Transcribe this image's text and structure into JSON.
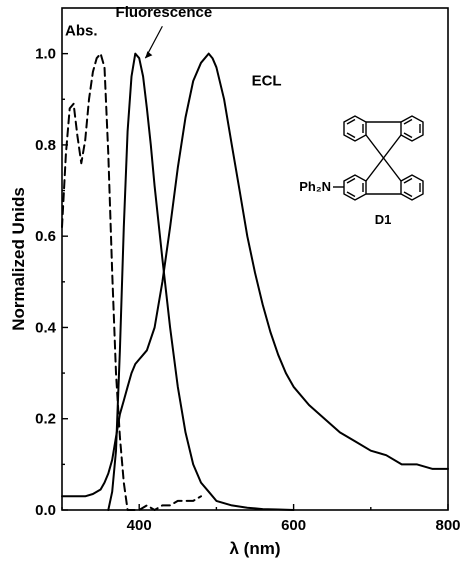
{
  "chart_data": {
    "type": "line",
    "xlabel": "λ (nm)",
    "ylabel": "Normalized Unids",
    "xlim": [
      300,
      800
    ],
    "ylim": [
      0,
      1.1
    ],
    "xticks": [
      400,
      600,
      800
    ],
    "yticks": [
      0.0,
      0.2,
      0.4,
      0.6,
      0.8,
      1.0
    ],
    "xtick_labels": [
      "400",
      "600",
      "800"
    ],
    "ytick_labels": [
      "0.0",
      "0.2",
      "0.4",
      "0.6",
      "0.8",
      "1.0"
    ],
    "grid": false,
    "legend": "none",
    "annotations": [
      {
        "text": "Abs.",
        "x": 325,
        "y": 1.04
      },
      {
        "text": "Fluorescence",
        "x": 432,
        "y": 1.08
      },
      {
        "text": "ECL",
        "x": 565,
        "y": 0.93
      }
    ],
    "series": [
      {
        "label": "Abs.",
        "style": "dashed",
        "x": [
          300,
          305,
          310,
          315,
          320,
          325,
          330,
          335,
          340,
          345,
          350,
          355,
          360,
          365,
          370,
          375,
          380,
          385,
          390,
          395,
          400,
          410,
          420,
          430,
          440,
          450,
          460,
          470,
          480
        ],
        "y": [
          0.62,
          0.78,
          0.88,
          0.89,
          0.82,
          0.76,
          0.81,
          0.9,
          0.96,
          0.99,
          1.0,
          0.97,
          0.78,
          0.52,
          0.3,
          0.16,
          0.06,
          0.0,
          0.0,
          0.0,
          0.0,
          0.01,
          0.0,
          0.01,
          0.01,
          0.02,
          0.02,
          0.02,
          0.03
        ]
      },
      {
        "label": "Fluorescence",
        "style": "solid",
        "x": [
          360,
          365,
          370,
          375,
          380,
          385,
          390,
          395,
          400,
          405,
          410,
          415,
          420,
          430,
          440,
          450,
          460,
          470,
          480,
          490,
          500,
          510,
          520,
          540,
          560,
          580,
          600
        ],
        "y": [
          0.0,
          0.04,
          0.13,
          0.35,
          0.62,
          0.83,
          0.95,
          1.0,
          0.99,
          0.95,
          0.88,
          0.8,
          0.71,
          0.55,
          0.4,
          0.27,
          0.17,
          0.1,
          0.06,
          0.04,
          0.02,
          0.015,
          0.01,
          0.005,
          0.002,
          0.001,
          0.0
        ]
      },
      {
        "label": "ECL",
        "style": "solid",
        "x": [
          300,
          310,
          320,
          330,
          340,
          350,
          355,
          360,
          365,
          370,
          375,
          380,
          385,
          390,
          395,
          400,
          405,
          410,
          420,
          430,
          440,
          450,
          460,
          470,
          480,
          490,
          495,
          500,
          510,
          520,
          530,
          540,
          550,
          560,
          570,
          580,
          590,
          600,
          620,
          640,
          660,
          680,
          700,
          720,
          740,
          760,
          780,
          800
        ],
        "y": [
          0.03,
          0.03,
          0.03,
          0.03,
          0.035,
          0.045,
          0.06,
          0.08,
          0.11,
          0.16,
          0.21,
          0.24,
          0.27,
          0.3,
          0.32,
          0.33,
          0.34,
          0.35,
          0.4,
          0.5,
          0.62,
          0.75,
          0.86,
          0.94,
          0.98,
          1.0,
          0.99,
          0.97,
          0.9,
          0.8,
          0.7,
          0.6,
          0.52,
          0.45,
          0.39,
          0.34,
          0.3,
          0.27,
          0.23,
          0.2,
          0.17,
          0.15,
          0.13,
          0.12,
          0.1,
          0.1,
          0.09,
          0.09
        ]
      }
    ],
    "molecule": {
      "substituent": "Ph₂N",
      "name": "D1"
    }
  }
}
